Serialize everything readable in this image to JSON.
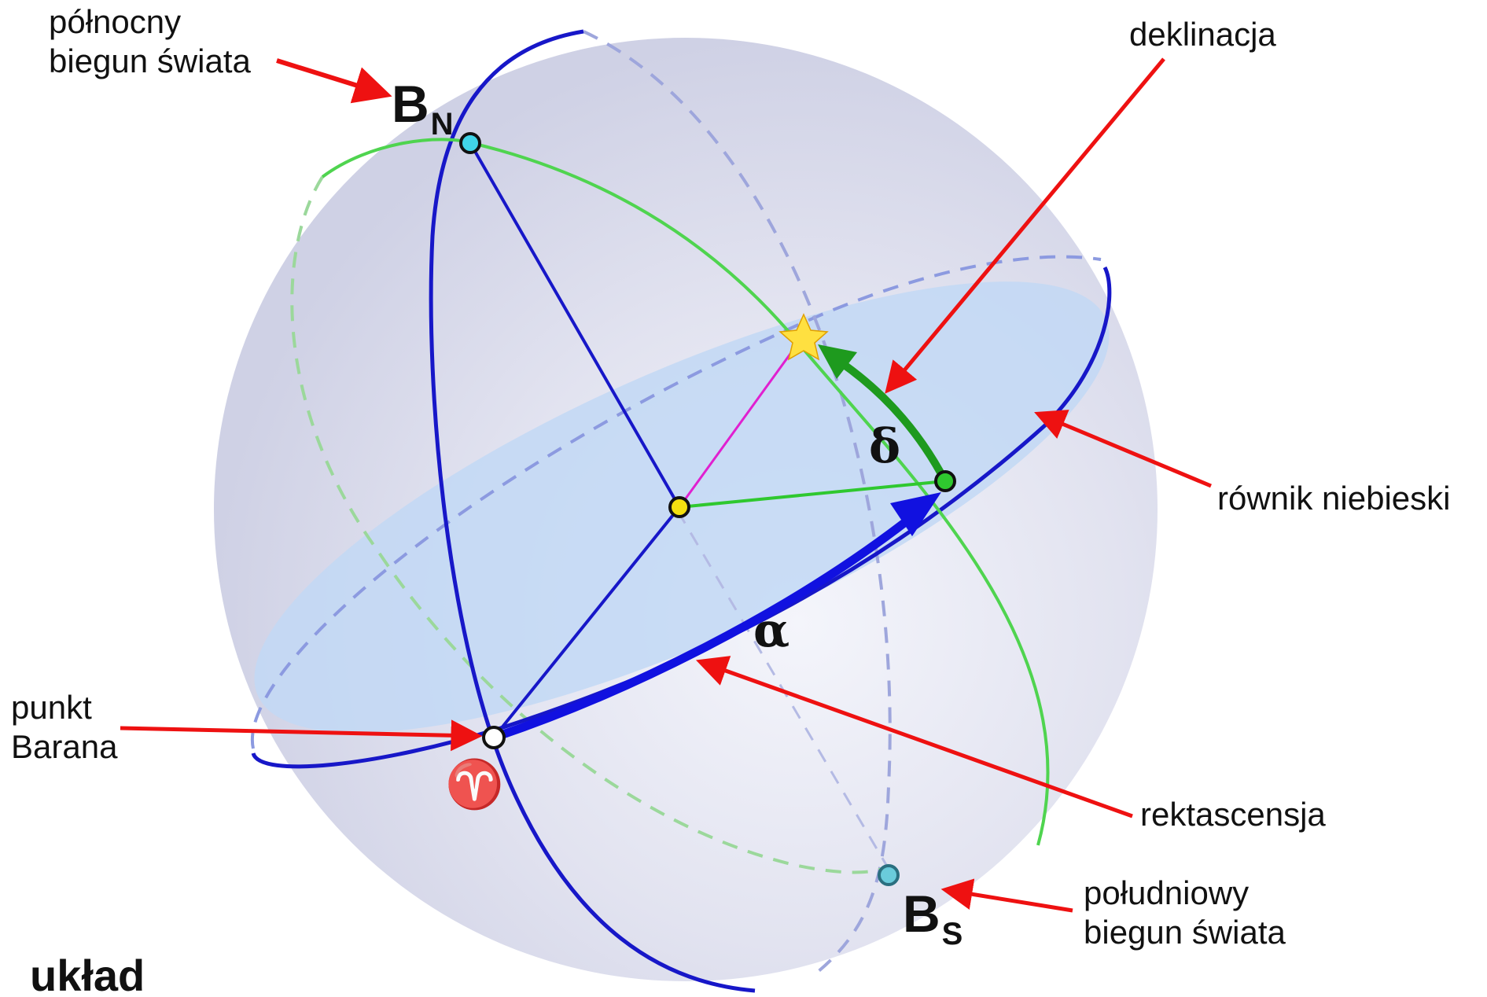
{
  "labels": {
    "north_pole_line1": "północny",
    "north_pole_line2": "biegun świata",
    "north_pole_symbol": "B",
    "north_pole_subscript": "N",
    "declination": "deklinacja",
    "delta": "δ",
    "equator": "równik niebieski",
    "aries_line1": "punkt",
    "aries_line2": "Barana",
    "aries_symbol": "♈",
    "alpha": "α",
    "right_ascension": "rektascensja",
    "south_pole_line1": "południowy",
    "south_pole_line2": "biegun świata",
    "south_pole_symbol": "B",
    "south_pole_subscript": "S",
    "title": "układ"
  },
  "colors": {
    "sphere": "#dadcec",
    "equator_fill": "#c2d8f4",
    "great_circle": "#1717c8",
    "hour_circle": "#4fd44f",
    "declination_arc": "#1e9a1e",
    "arrow": "#ee1111",
    "star_line": "#e020d0",
    "star": "#ffe040",
    "north_pole_dot": "#40d4e8",
    "center_dot": "#f4e010",
    "aries_dot": "#ffffff"
  }
}
